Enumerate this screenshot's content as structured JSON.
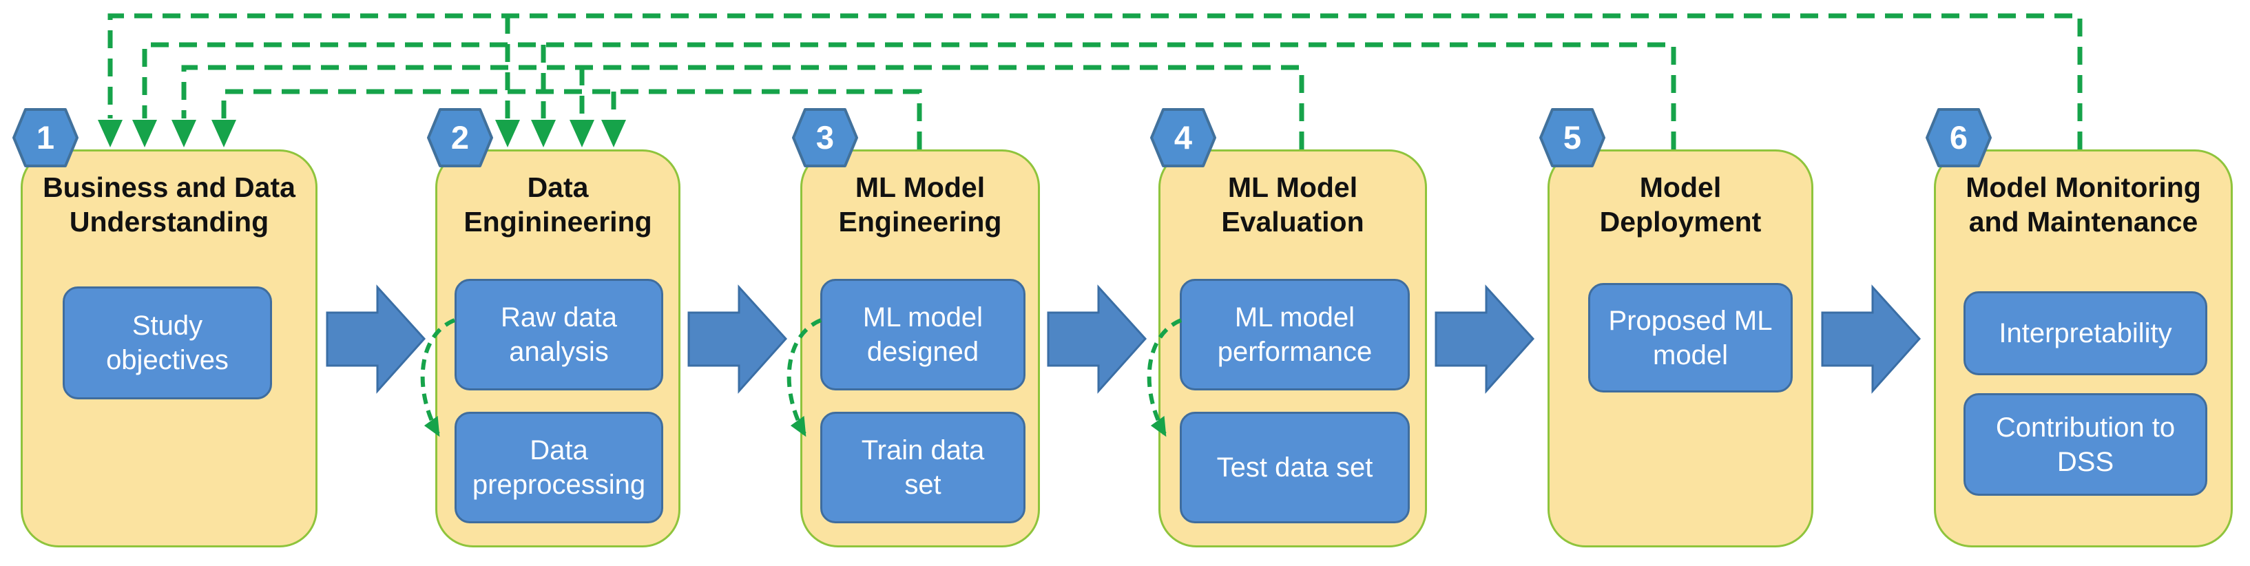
{
  "diagram": {
    "name": "ML process lifecycle diagram",
    "stages": [
      {
        "number": "1",
        "title_lines": [
          "Business and Data",
          "Understanding"
        ],
        "items": [
          "Study objectives"
        ]
      },
      {
        "number": "2",
        "title_lines": [
          "Data",
          "Enginineering"
        ],
        "items": [
          "Raw data analysis",
          "Data preprocessing"
        ]
      },
      {
        "number": "3",
        "title_lines": [
          "ML Model",
          "Engineering"
        ],
        "items": [
          "ML model designed",
          "Train data set"
        ]
      },
      {
        "number": "4",
        "title_lines": [
          "ML Model",
          "Evaluation"
        ],
        "items": [
          "ML model performance",
          "Test data set"
        ]
      },
      {
        "number": "5",
        "title_lines": [
          "Model",
          "Deployment"
        ],
        "items": [
          "Proposed ML model"
        ]
      },
      {
        "number": "6",
        "title_lines": [
          "Model Monitoring",
          "and Maintenance"
        ],
        "items": [
          "Interpretability",
          "Contribution to DSS"
        ]
      }
    ],
    "connections": {
      "forward_arrows": [
        "1-2",
        "2-3",
        "3-4",
        "4-5",
        "5-6"
      ],
      "feedback_arrows_dashed": [
        {
          "from_stage": "3",
          "to_stages": [
            "1",
            "2"
          ]
        },
        {
          "from_stage": "4",
          "to_stages": [
            "1",
            "2"
          ]
        },
        {
          "from_stage": "5",
          "to_stages": [
            "1",
            "2"
          ]
        },
        {
          "from_stage": "6",
          "to_stages": [
            "1",
            "2"
          ]
        }
      ],
      "internal_loop_arrows": [
        {
          "stage": "2",
          "from": "Raw data analysis",
          "to": "Data preprocessing"
        },
        {
          "stage": "3",
          "from": "ML model designed",
          "to": "Train data set"
        },
        {
          "stage": "4",
          "from": "ML model performance",
          "to": "Test data set"
        }
      ]
    },
    "colors": {
      "stage_fill": "#FBE3A0",
      "stage_border": "#8FC43C",
      "task_fill": "#5590D5",
      "task_border": "#3F6D9E",
      "task_text": "#FFFFFF",
      "badge_fill": "#4E8FD1",
      "badge_border": "#41719C",
      "forward_arrow_fill": "#4E86C5",
      "forward_arrow_border": "#3A6EA5",
      "feedback_green": "#16A34A",
      "title_text": "#111111"
    }
  }
}
